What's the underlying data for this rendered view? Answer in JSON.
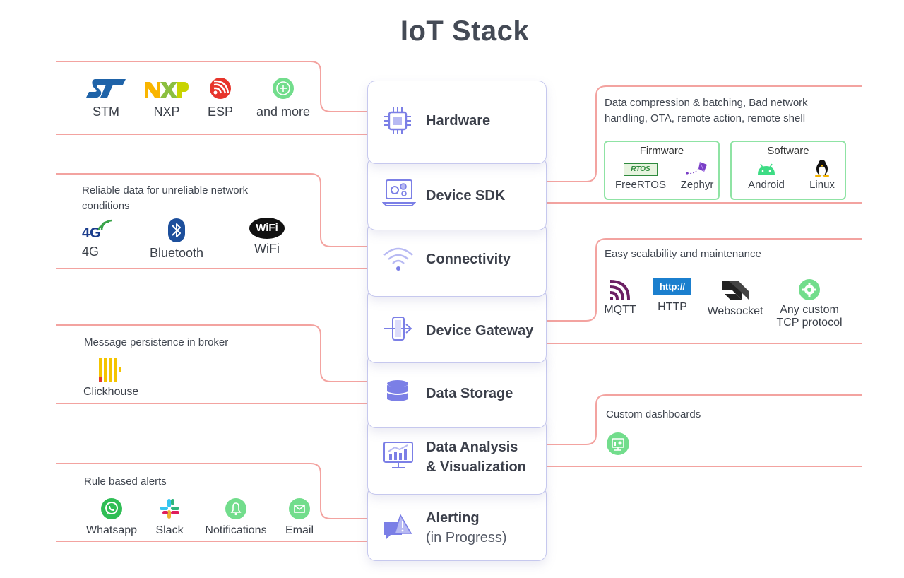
{
  "title": "IoT Stack",
  "colors": {
    "accent": "#7b7fe6",
    "wire": "#f3a3a0",
    "green": "#6fdc8c",
    "card_border": "#c6c8ee"
  },
  "stack": [
    {
      "label": "Hardware",
      "icon": "chip-icon"
    },
    {
      "label": "Device SDK",
      "icon": "sdk-laptop-gears-icon"
    },
    {
      "label": "Connectivity",
      "icon": "wifi-icon"
    },
    {
      "label": "Device Gateway",
      "icon": "gateway-icon"
    },
    {
      "label": "Data Storage",
      "icon": "database-icon"
    },
    {
      "label_line1": "Data Analysis",
      "label_line2": "& Visualization",
      "icon": "chart-monitor-icon"
    },
    {
      "label_line1": "Alerting",
      "label_line2": "(in Progress)",
      "icon": "alert-chat-icon"
    }
  ],
  "hardware": {
    "items": [
      "STM",
      "NXP",
      "ESP",
      "and more"
    ]
  },
  "connectivity": {
    "desc_line1": "Reliable data for unreliable network",
    "desc_line2": "conditions",
    "items": [
      "4G",
      "Bluetooth",
      "WiFi"
    ],
    "logo_4g": "4G",
    "logo_wifi": "WiFi"
  },
  "storage": {
    "desc": "Message persistence in broker",
    "items": [
      "Clickhouse"
    ]
  },
  "alerting": {
    "desc": "Rule based alerts",
    "items": [
      "Whatsapp",
      "Slack",
      "Notifications",
      "Email"
    ]
  },
  "sdk": {
    "desc_line1": "Data compression & batching, Bad network",
    "desc_line2": "handling, OTA, remote action, remote shell",
    "firmware_title": "Firmware",
    "firmware_items": [
      "FreeRTOS",
      "Zephyr"
    ],
    "freertos_logo": "RTOS",
    "software_title": "Software",
    "software_items": [
      "Android",
      "Linux"
    ]
  },
  "gateway": {
    "desc": "Easy scalability and maintenance",
    "items": [
      "MQTT",
      "HTTP",
      "Websocket",
      "Any custom",
      "TCP protocol"
    ],
    "http_logo": "http://"
  },
  "analysis": {
    "desc": "Custom dashboards"
  }
}
